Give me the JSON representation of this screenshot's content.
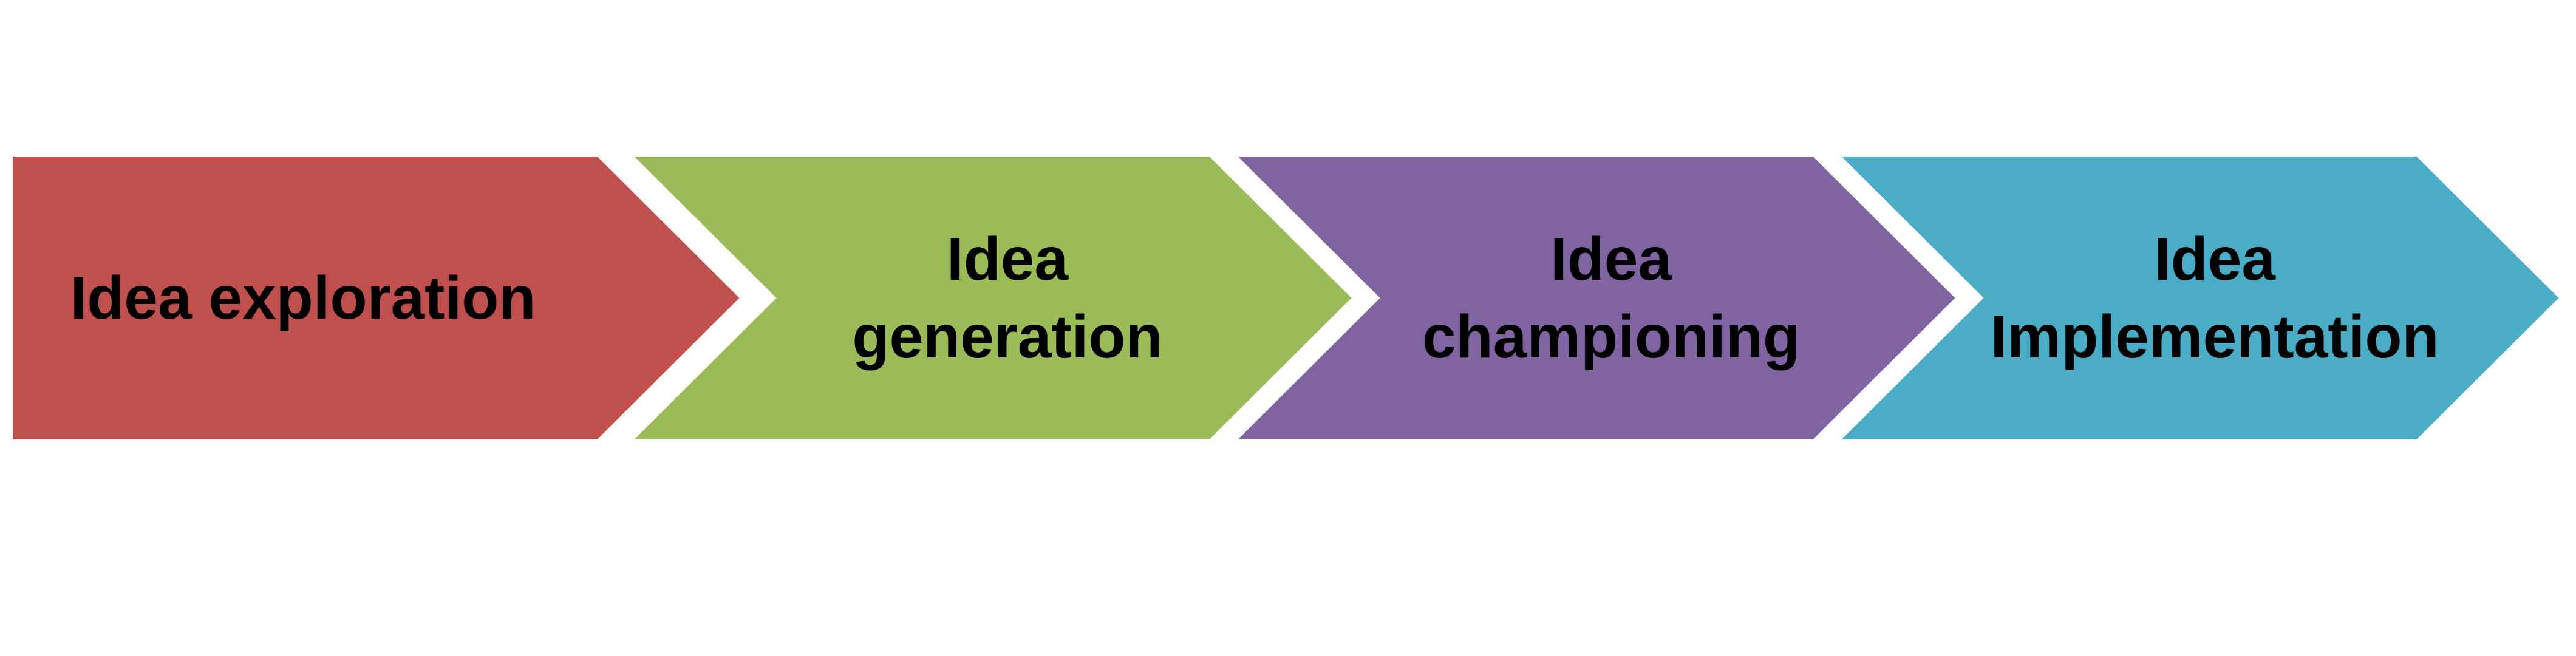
{
  "diagram": {
    "steps": [
      {
        "lines": [
          "Idea exploration"
        ],
        "color": "#C0504D"
      },
      {
        "lines": [
          "Idea",
          "generation"
        ],
        "color": "#9BBB59"
      },
      {
        "lines": [
          "Idea",
          "championing"
        ],
        "color": "#8064A2"
      },
      {
        "lines": [
          "Idea",
          "Implementation"
        ],
        "color": "#4BACC6"
      }
    ]
  }
}
